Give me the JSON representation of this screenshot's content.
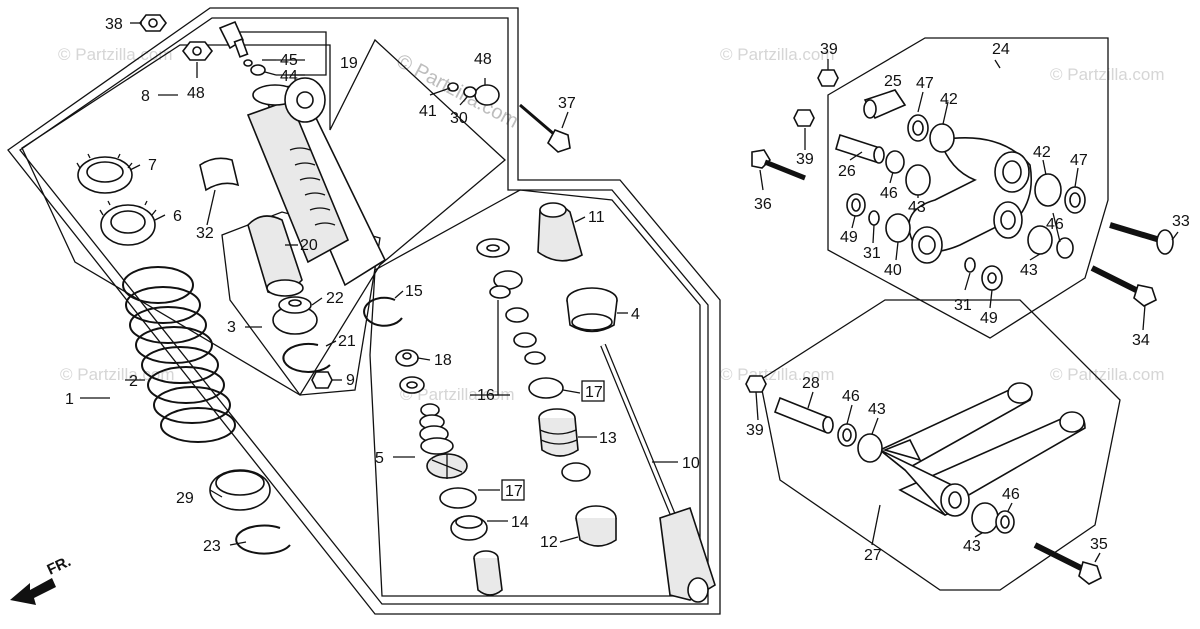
{
  "watermark": "© Partzilla.com",
  "front_label": "FR.",
  "callouts": [
    {
      "id": "c38",
      "n": "38"
    },
    {
      "id": "c8",
      "n": "8"
    },
    {
      "id": "c48a",
      "n": "48"
    },
    {
      "id": "c45",
      "n": "45"
    },
    {
      "id": "c44",
      "n": "44"
    },
    {
      "id": "c19",
      "n": "19"
    },
    {
      "id": "c48b",
      "n": "48"
    },
    {
      "id": "c41",
      "n": "41"
    },
    {
      "id": "c30",
      "n": "30"
    },
    {
      "id": "c37",
      "n": "37"
    },
    {
      "id": "c7",
      "n": "7"
    },
    {
      "id": "c6",
      "n": "6"
    },
    {
      "id": "c32",
      "n": "32"
    },
    {
      "id": "c20",
      "n": "20"
    },
    {
      "id": "c22",
      "n": "22"
    },
    {
      "id": "c21",
      "n": "21"
    },
    {
      "id": "c9",
      "n": "9"
    },
    {
      "id": "c3",
      "n": "3"
    },
    {
      "id": "c2",
      "n": "2"
    },
    {
      "id": "c1",
      "n": "1"
    },
    {
      "id": "c29",
      "n": "29"
    },
    {
      "id": "c23",
      "n": "23"
    },
    {
      "id": "c11",
      "n": "11"
    },
    {
      "id": "c15",
      "n": "15"
    },
    {
      "id": "c4",
      "n": "4"
    },
    {
      "id": "c18",
      "n": "18"
    },
    {
      "id": "c16",
      "n": "16"
    },
    {
      "id": "c17a",
      "n": "17"
    },
    {
      "id": "c13",
      "n": "13"
    },
    {
      "id": "c5",
      "n": "5"
    },
    {
      "id": "c10",
      "n": "10"
    },
    {
      "id": "c17b",
      "n": "17"
    },
    {
      "id": "c14",
      "n": "14"
    },
    {
      "id": "c12",
      "n": "12"
    },
    {
      "id": "c39a",
      "n": "39"
    },
    {
      "id": "c24",
      "n": "24"
    },
    {
      "id": "c25",
      "n": "25"
    },
    {
      "id": "c47a",
      "n": "47"
    },
    {
      "id": "c42a",
      "n": "42"
    },
    {
      "id": "c39b",
      "n": "39"
    },
    {
      "id": "c26",
      "n": "26"
    },
    {
      "id": "c36",
      "n": "36"
    },
    {
      "id": "c46a",
      "n": "46"
    },
    {
      "id": "c43a",
      "n": "43"
    },
    {
      "id": "c42b",
      "n": "42"
    },
    {
      "id": "c47b",
      "n": "47"
    },
    {
      "id": "c49a",
      "n": "49"
    },
    {
      "id": "c31a",
      "n": "31"
    },
    {
      "id": "c40",
      "n": "40"
    },
    {
      "id": "c46b",
      "n": "46"
    },
    {
      "id": "c43b",
      "n": "43"
    },
    {
      "id": "c33",
      "n": "33"
    },
    {
      "id": "c31b",
      "n": "31"
    },
    {
      "id": "c49b",
      "n": "49"
    },
    {
      "id": "c34",
      "n": "34"
    },
    {
      "id": "c39c",
      "n": "39"
    },
    {
      "id": "c28",
      "n": "28"
    },
    {
      "id": "c46c",
      "n": "46"
    },
    {
      "id": "c43c",
      "n": "43"
    },
    {
      "id": "c27",
      "n": "27"
    },
    {
      "id": "c46d",
      "n": "46"
    },
    {
      "id": "c43d",
      "n": "43"
    },
    {
      "id": "c35",
      "n": "35"
    }
  ]
}
